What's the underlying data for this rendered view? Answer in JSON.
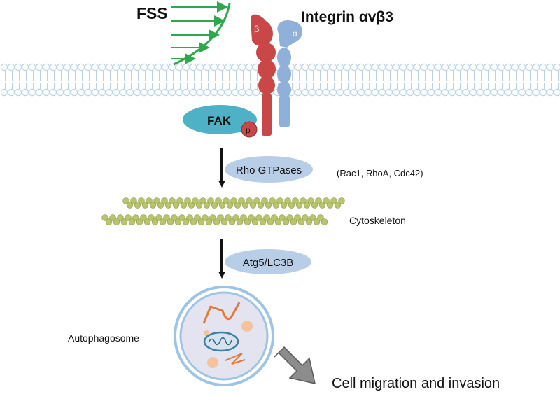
{
  "labels": {
    "fss": "FSS",
    "integrin": "Integrin αvβ3",
    "beta": "β",
    "alpha": "α",
    "fak": "FAK",
    "phospho": "p",
    "rho": "Rho GTPases",
    "rho_members": "(Rac1, RhoA, Cdc42)",
    "cytoskeleton": "Cytoskeleton",
    "atg": "Atg5/LC3B",
    "autophagosome": "Autophagosome",
    "outcome": "Cell migration and invasion"
  },
  "colors": {
    "membrane": "#b9d2e8",
    "beta_subunit": "#c94747",
    "alpha_subunit": "#8fb0d8",
    "fak": "#4fb1c6",
    "phospho": "#c94747",
    "pill": "#b8cde6",
    "actin": "#b9c56c",
    "flow": "#2ea84a",
    "arrow": "#111111",
    "vesicle_outer": "#9ec4e4",
    "vesicle_fill": "#e3e4ef",
    "cargo": "#e07a3c",
    "mitochondrion": "#5a9ec0",
    "big_arrow": "#8c8c8c"
  }
}
